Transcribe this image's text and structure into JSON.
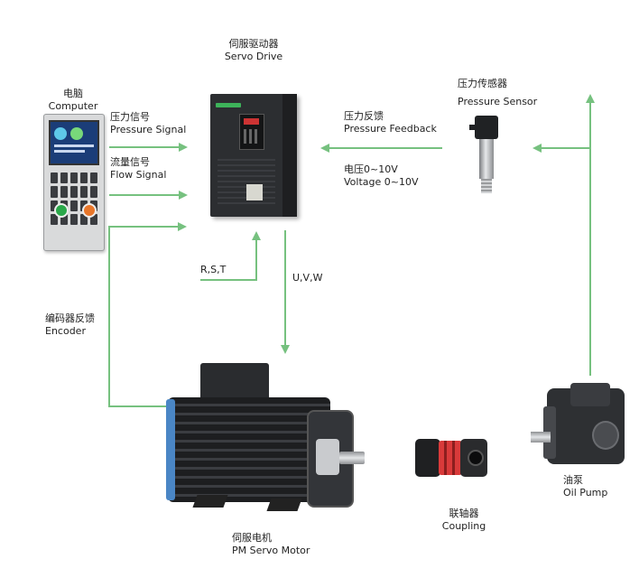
{
  "colors": {
    "signal_line": "#76c17f"
  },
  "devices": {
    "computer": {
      "label_zh": "电脑",
      "label_en": "Computer"
    },
    "servo_drive": {
      "label_zh": "伺服驱动器",
      "label_en": "Servo Drive"
    },
    "pressure_sensor": {
      "label_zh": "压力传感器",
      "label_en": "Pressure Sensor"
    },
    "servo_motor": {
      "label_zh": "伺服电机",
      "label_en": "PM Servo Motor"
    },
    "coupling": {
      "label_zh": "联轴器",
      "label_en": "Coupling"
    },
    "oil_pump": {
      "label_zh": "油泵",
      "label_en": "Oil Pump"
    }
  },
  "signals": {
    "pressure_signal": {
      "zh": "压力信号",
      "en": "Pressure Signal"
    },
    "flow_signal": {
      "zh": "流量信号",
      "en": "Flow Signal"
    },
    "pressure_feedback": {
      "zh": "压力反馈",
      "en": "Pressure Feedback"
    },
    "voltage": {
      "zh": "电压0~10V",
      "en": "Voltage 0~10V"
    },
    "encoder": {
      "zh": "编码器反馈",
      "en": "Encoder"
    },
    "rst": "R,S,T",
    "uvw": "U,V,W"
  }
}
